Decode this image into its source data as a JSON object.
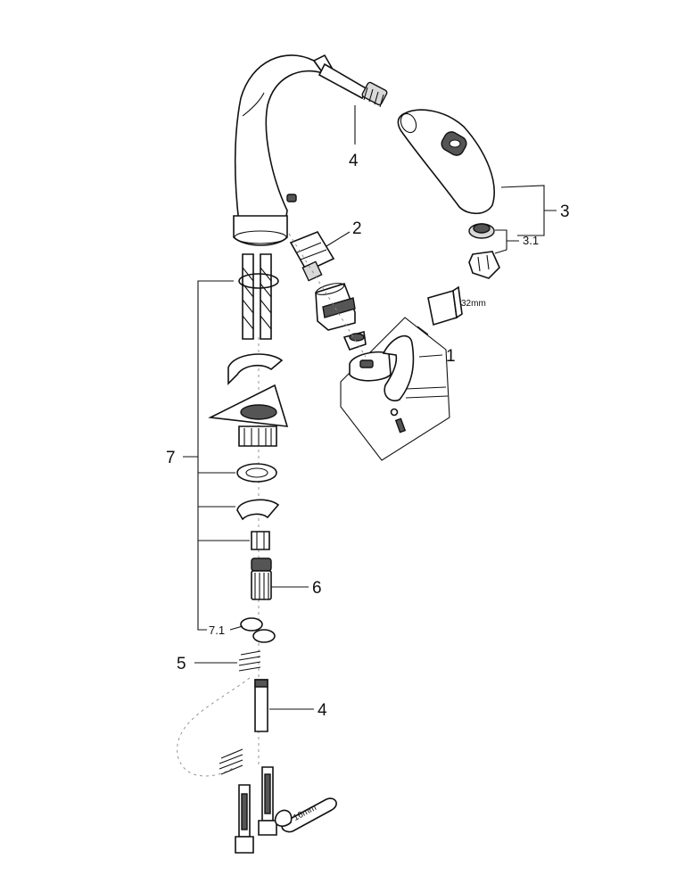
{
  "diagram": {
    "callouts": {
      "c1": "1",
      "c2": "2",
      "c3": "3",
      "c3_1": "3.1",
      "c4_top": "4",
      "c4_bottom": "4",
      "c5": "5",
      "c6": "6",
      "c7": "7",
      "c7_1": "7.1"
    },
    "dimensions": {
      "wrench_32": "32mm",
      "wrench_16": "16mm"
    },
    "colors": {
      "line": "#111111",
      "fill_light": "#d9d9d9",
      "fill_dark": "#555555"
    }
  }
}
